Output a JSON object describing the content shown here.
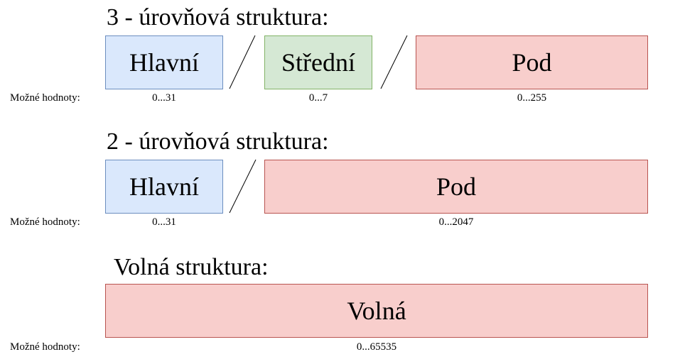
{
  "common": {
    "range_label": "Možné hodnoty:"
  },
  "colors": {
    "blue_fill": "#dae8fc",
    "blue_border": "#6c8ebf",
    "green_fill": "#d5e8d4",
    "green_border": "#82b366",
    "red_fill": "#f8cecc",
    "red_border": "#b85450"
  },
  "sections": [
    {
      "title": "3 - úrovňová struktura:",
      "segments": [
        {
          "label": "Hlavní",
          "range": "0...31"
        },
        {
          "label": "Střední",
          "range": "0...7"
        },
        {
          "label": "Pod",
          "range": "0...255"
        }
      ]
    },
    {
      "title": "2 - úrovňová struktura:",
      "segments": [
        {
          "label": "Hlavní",
          "range": "0...31"
        },
        {
          "label": "Pod",
          "range": "0...2047"
        }
      ]
    },
    {
      "title": "Volná struktura:",
      "segments": [
        {
          "label": "Volná",
          "range": "0...65535"
        }
      ]
    }
  ]
}
